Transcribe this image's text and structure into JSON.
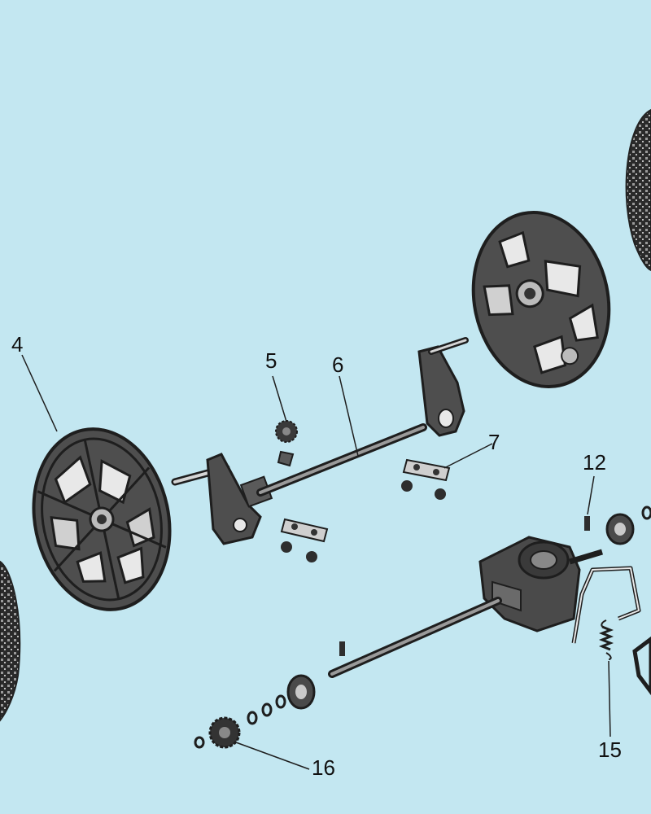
{
  "colors": {
    "background": "#c3e7f1",
    "ink": "#222222",
    "part_fill": "#505050",
    "part_light": "#b8b8b8",
    "hole_fill": "#e8e8e8"
  },
  "callouts": [
    {
      "id": "c4",
      "label": "4"
    },
    {
      "id": "c5",
      "label": "5"
    },
    {
      "id": "c6",
      "label": "6"
    },
    {
      "id": "c7",
      "label": "7"
    },
    {
      "id": "c12",
      "label": "12"
    },
    {
      "id": "c15",
      "label": "15"
    },
    {
      "id": "c16",
      "label": "16"
    }
  ]
}
